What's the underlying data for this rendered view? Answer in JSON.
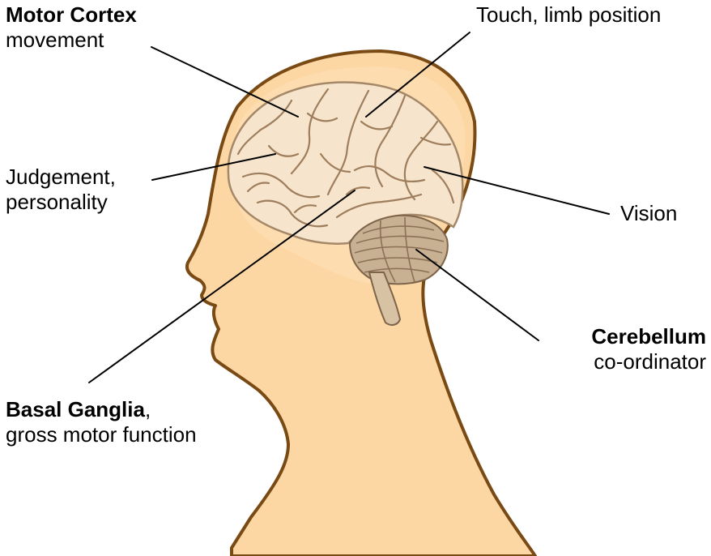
{
  "colors": {
    "head_fill": "#FCD7A4",
    "head_outline": "#7A4A14",
    "skull_fill": "#FDDDB3",
    "brain_fill": "#F6E5CC",
    "brain_folds": "#9E7E5C",
    "cerebellum": "#8B7055",
    "leader_line": "#000000"
  },
  "labels": {
    "motor_cortex": {
      "title": "Motor Cortex",
      "desc": "movement"
    },
    "touch": {
      "text": "Touch, limb position"
    },
    "judgement": {
      "line1": "Judgement,",
      "line2": "personality"
    },
    "vision": {
      "text": "Vision"
    },
    "cerebellum": {
      "title": "Cerebellum",
      "desc": "co-ordinator"
    },
    "basal_ganglia": {
      "title": "Basal Ganglia",
      "suffix": ",",
      "desc": "gross motor function"
    }
  }
}
